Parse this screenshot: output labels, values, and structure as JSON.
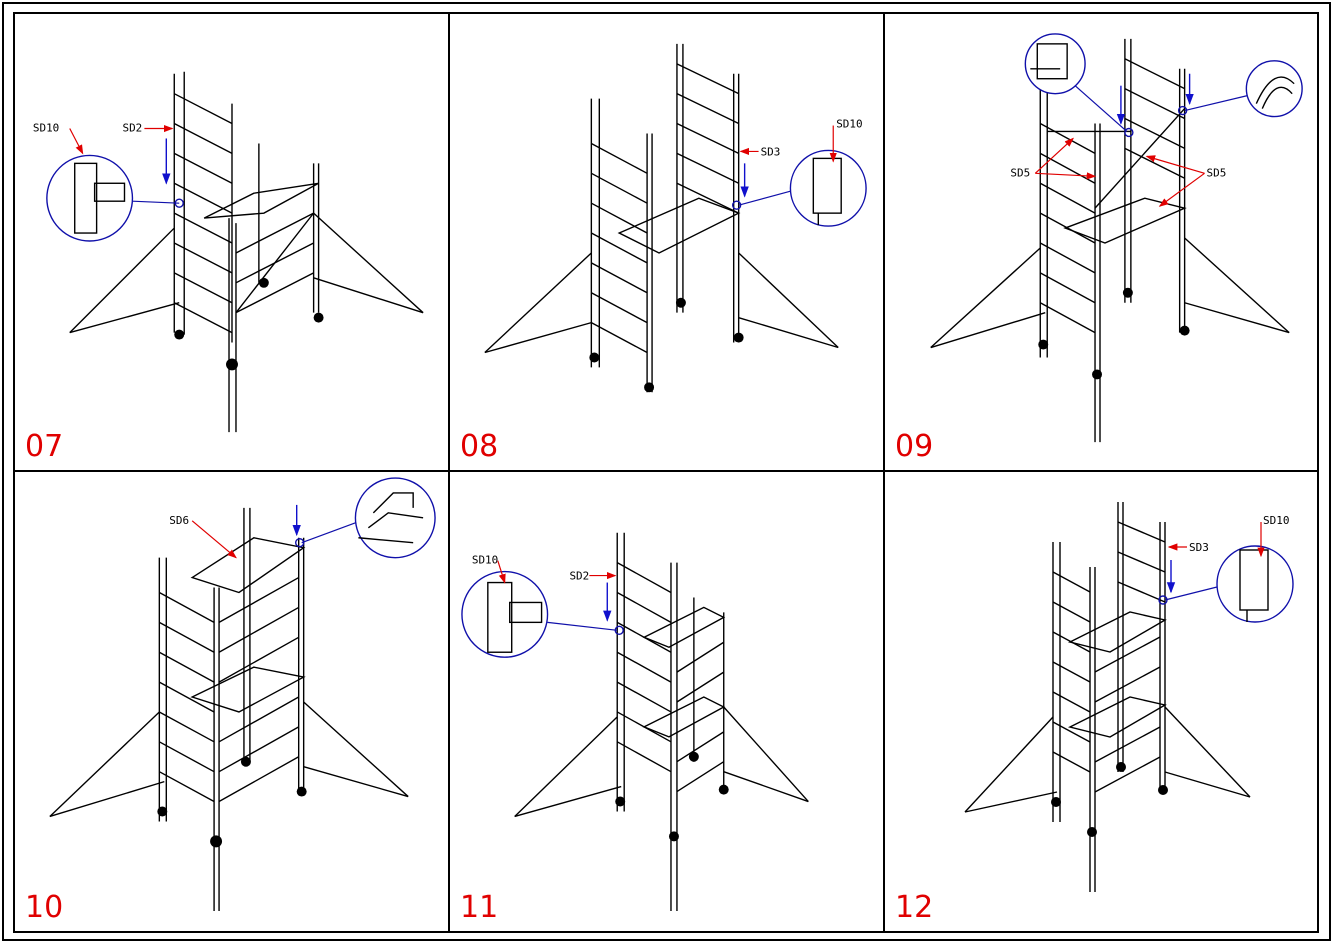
{
  "panels": [
    {
      "step": "07",
      "labels": [
        "SD10",
        "SD2"
      ]
    },
    {
      "step": "08",
      "labels": [
        "SD10",
        "SD3"
      ]
    },
    {
      "step": "09",
      "labels": [
        "SD5",
        "SD5"
      ]
    },
    {
      "step": "10",
      "labels": [
        "SD6"
      ]
    },
    {
      "step": "11",
      "labels": [
        "SD10",
        "SD2"
      ]
    },
    {
      "step": "12",
      "labels": [
        "SD10",
        "SD3"
      ]
    }
  ],
  "colors": {
    "step_number": "#e00000",
    "pointer_arrow": "#e00000",
    "insert_arrow": "#1010cc",
    "detail_circle": "#1010aa",
    "line": "#000000"
  }
}
